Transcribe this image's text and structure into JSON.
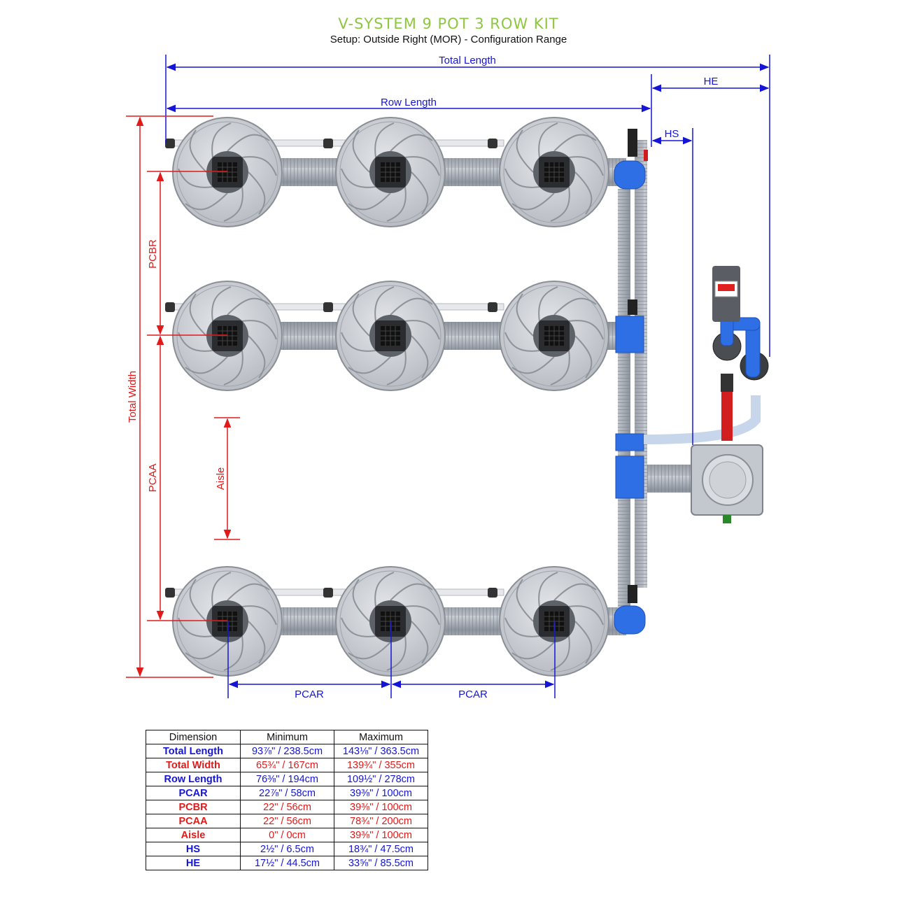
{
  "header": {
    "title": "V-SYSTEM 9 POT 3 ROW KIT",
    "subtitle": "Setup: Outside Right (MOR) - Configuration Range"
  },
  "colors": {
    "blue": "#1515d6",
    "red": "#e11a1a",
    "title_green": "#8dc63f",
    "pipe_blue": "#2f6fe6"
  },
  "diagram": {
    "labels": {
      "total_length": "Total Length",
      "he": "HE",
      "row_length": "Row Length",
      "hs": "HS",
      "pcbr": "PCBR",
      "total_width": "Total Width",
      "pcaa": "PCAA",
      "aisle": "Aisle",
      "pcar_1": "PCAR",
      "pcar_2": "PCAR"
    }
  },
  "table": {
    "headers": [
      "Dimension",
      "Minimum",
      "Maximum"
    ],
    "rows": [
      {
        "dimension": "Total Length",
        "min": "93⅞\" / 238.5cm",
        "max": "143⅛\" / 363.5cm",
        "color": "blue"
      },
      {
        "dimension": "Total Width",
        "min": "65¾\" / 167cm",
        "max": "139¾\" / 355cm",
        "color": "red"
      },
      {
        "dimension": "Row Length",
        "min": "76⅜\" / 194cm",
        "max": "109½\" / 278cm",
        "color": "blue"
      },
      {
        "dimension": "PCAR",
        "min": "22⅞\" / 58cm",
        "max": "39⅜\" / 100cm",
        "color": "blue"
      },
      {
        "dimension": "PCBR",
        "min": "22\" / 56cm",
        "max": "39⅜\" / 100cm",
        "color": "red"
      },
      {
        "dimension": "PCAA",
        "min": "22\" / 56cm",
        "max": "78¾\" / 200cm",
        "color": "red"
      },
      {
        "dimension": "Aisle",
        "min": "0\" / 0cm",
        "max": "39⅜\" / 100cm",
        "color": "red"
      },
      {
        "dimension": "HS",
        "min": "2½\" / 6.5cm",
        "max": "18¾\" / 47.5cm",
        "color": "blue"
      },
      {
        "dimension": "HE",
        "min": "17½\" / 44.5cm",
        "max": "33⅝\" / 85.5cm",
        "color": "blue"
      }
    ]
  }
}
